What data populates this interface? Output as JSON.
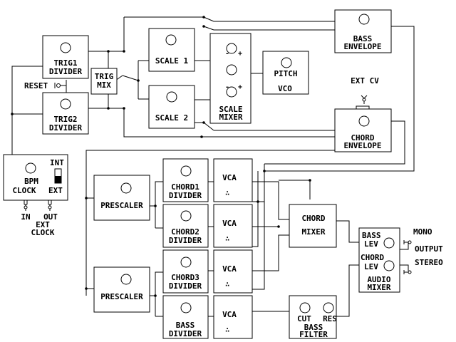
{
  "modules": {
    "trig1_divider": [
      "TRIG1",
      "DIVIDER"
    ],
    "trig2_divider": [
      "TRIG2",
      "DIVIDER"
    ],
    "trig_mix": [
      "TRIG",
      "MIX"
    ],
    "reset": "RESET",
    "scale1": "SCALE 1",
    "scale2": "SCALE 2",
    "scale_mixer": [
      "SCALE",
      "MIXER"
    ],
    "pitch": "PITCH",
    "vco": "VCO",
    "bass_envelope": [
      "BASS",
      "ENVELOPE"
    ],
    "ext_cv": "EXT CV",
    "chord_envelope": [
      "CHORD",
      "ENVELOPE"
    ],
    "bpm_clock": [
      "BPM",
      "CLOCK"
    ],
    "int": "INT",
    "ext": "EXT",
    "in": "IN",
    "out": "OUT",
    "ext_clock": [
      "EXT",
      "CLOCK"
    ],
    "prescaler_1": "PRESCALER",
    "prescaler_2": "PRESCALER",
    "chord1_divider": [
      "CHORD1",
      "DIVIDER"
    ],
    "chord2_divider": [
      "CHORD2",
      "DIVIDER"
    ],
    "chord3_divider": [
      "CHORD3",
      "DIVIDER"
    ],
    "bass_divider": [
      "BASS",
      "DIVIDER"
    ],
    "vca": "VCA",
    "chord_mixer": [
      "CHORD",
      "MIXER"
    ],
    "bass_filter": [
      "BASS",
      "FILTER"
    ],
    "cut": "CUT",
    "res": "RES",
    "audio_mixer": {
      "bass_lev": [
        "BASS",
        "LEV"
      ],
      "chord_lev": [
        "CHORD",
        "LEV"
      ],
      "name": [
        "AUDIO",
        "MIXER"
      ]
    },
    "mono": "MONO",
    "output": "OUTPUT",
    "stereo": "STEREO",
    "plus": "+",
    "minus": "-"
  }
}
